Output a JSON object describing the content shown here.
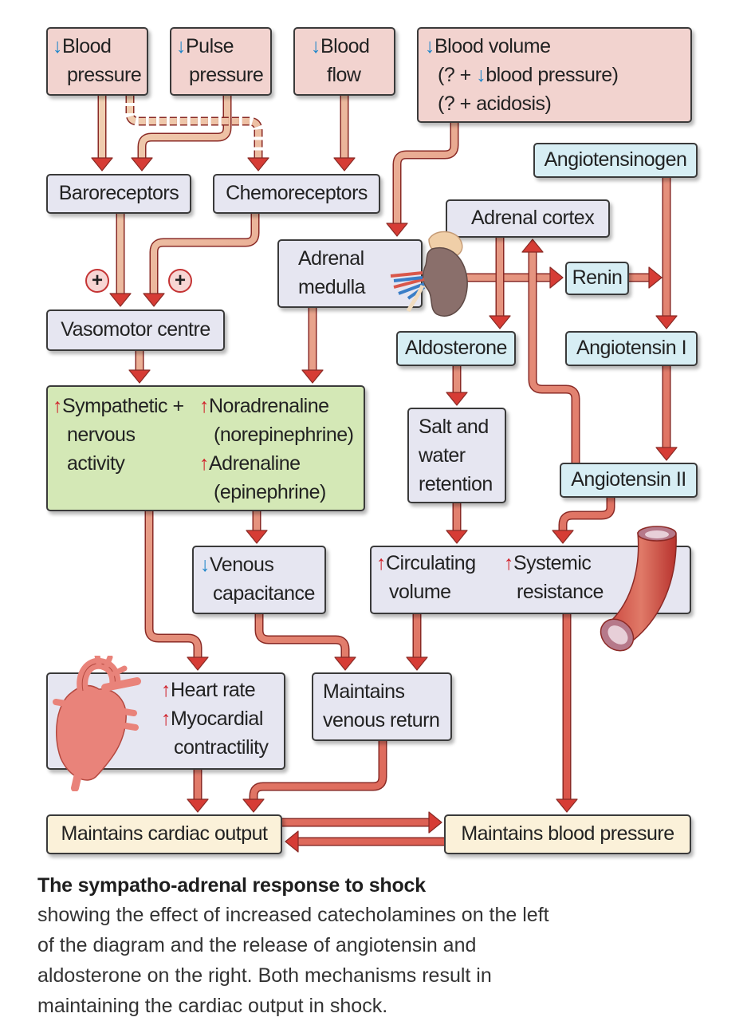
{
  "diagram": {
    "nodes": {
      "blood_pressure": {
        "arrow": "↓",
        "lines": [
          "Blood",
          "pressure"
        ]
      },
      "pulse_pressure": {
        "arrow": "↓",
        "lines": [
          "Pulse",
          "pressure"
        ]
      },
      "blood_flow": {
        "arrow": "↓",
        "lines": [
          "Blood",
          "flow"
        ]
      },
      "blood_volume": {
        "arrow": "↓",
        "lines": [
          "Blood volume",
          "(? + ",
          "blood pressure)",
          "(? + acidosis)"
        ],
        "inner_arrow": "↓"
      },
      "baroreceptors": {
        "label": "Baroreceptors"
      },
      "chemoreceptors": {
        "label": "Chemoreceptors"
      },
      "angiotensinogen": {
        "label": "Angiotensinogen"
      },
      "adrenal_cortex": {
        "label": "Adrenal cortex"
      },
      "adrenal_medulla": {
        "lines": [
          "Adrenal",
          "medulla"
        ]
      },
      "renin": {
        "label": "Renin"
      },
      "vasomotor_centre": {
        "label": "Vasomotor centre"
      },
      "aldosterone": {
        "label": "Aldosterone"
      },
      "angiotensin_1": {
        "label": "Angiotensin I"
      },
      "sympathetic": {
        "left": {
          "arrow": "↑",
          "lines": [
            "Sympathetic +",
            "nervous",
            "activity"
          ]
        },
        "right": {
          "arrow1": "↑",
          "line1": "Noradrenaline",
          "line2": "(norepinephrine)",
          "arrow2": "↑",
          "line3": "Adrenaline",
          "line4": "(epinephrine)"
        }
      },
      "salt_water": {
        "lines": [
          "Salt and",
          "water",
          "retention"
        ]
      },
      "angiotensin_2": {
        "label": "Angiotensin II"
      },
      "venous_capacitance": {
        "arrow": "↓",
        "lines": [
          "Venous",
          "capacitance"
        ]
      },
      "circ_systemic": {
        "left": {
          "arrow": "↑",
          "lines": [
            "Circulating",
            "volume"
          ]
        },
        "right": {
          "arrow": "↑",
          "lines": [
            "Systemic",
            "resistance"
          ]
        }
      },
      "heart": {
        "arrow": "↑",
        "lines": [
          "Heart rate",
          "Myocardial",
          "contractility"
        ]
      },
      "venous_return": {
        "lines": [
          "Maintains",
          "venous return"
        ]
      },
      "cardiac_output": {
        "label": "Maintains cardiac output"
      },
      "bp_maintained": {
        "label": "Maintains blood pressure"
      }
    },
    "plus_signs": [
      "+",
      "+"
    ],
    "colors": {
      "decrease_arrow": "#1f86c9",
      "increase_arrow": "#d0212a",
      "flow_arrow": "#d2403a",
      "input_box": "#f2d3cf",
      "process_box": "#e6e6f1",
      "hormone_box": "#d7eef4",
      "response_box": "#d4e8b6",
      "output_box": "#fbf1d9"
    }
  },
  "caption": {
    "title": "The sympatho-adrenal response to shock",
    "lines": [
      "showing the effect of increased catecholamines on the left",
      "of the diagram and the release of angiotensin and",
      "aldosterone on the right. Both mechanisms result in",
      "maintaining the cardiac output in shock."
    ]
  }
}
